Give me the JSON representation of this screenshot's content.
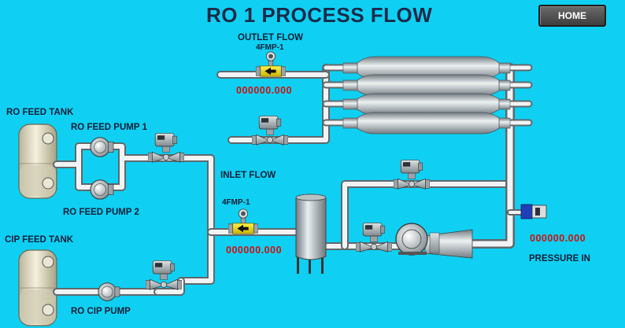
{
  "title": "RO 1 PROCESS FLOW",
  "home_button": "HOME",
  "outlet_flow": {
    "label": "OUTLET FLOW",
    "tag": "4FMP-1",
    "value": "000000.000"
  },
  "inlet_flow": {
    "label": "INLET FLOW",
    "tag": "4FMP-1",
    "value": "000000.000"
  },
  "pressure_in": {
    "label": "PRESSURE IN",
    "value": "000000.000"
  },
  "tanks": {
    "ro_feed": "RO FEED TANK",
    "cip_feed": "CIP FEED TANK"
  },
  "pumps": {
    "feed_1": "RO FEED PUMP 1",
    "feed_2": "RO FEED PUMP 2",
    "cip": "RO CIP PUMP"
  },
  "colors": {
    "background": "#0fd0f2",
    "value_text": "#cc1111",
    "label_text": "#0f1f3a"
  }
}
